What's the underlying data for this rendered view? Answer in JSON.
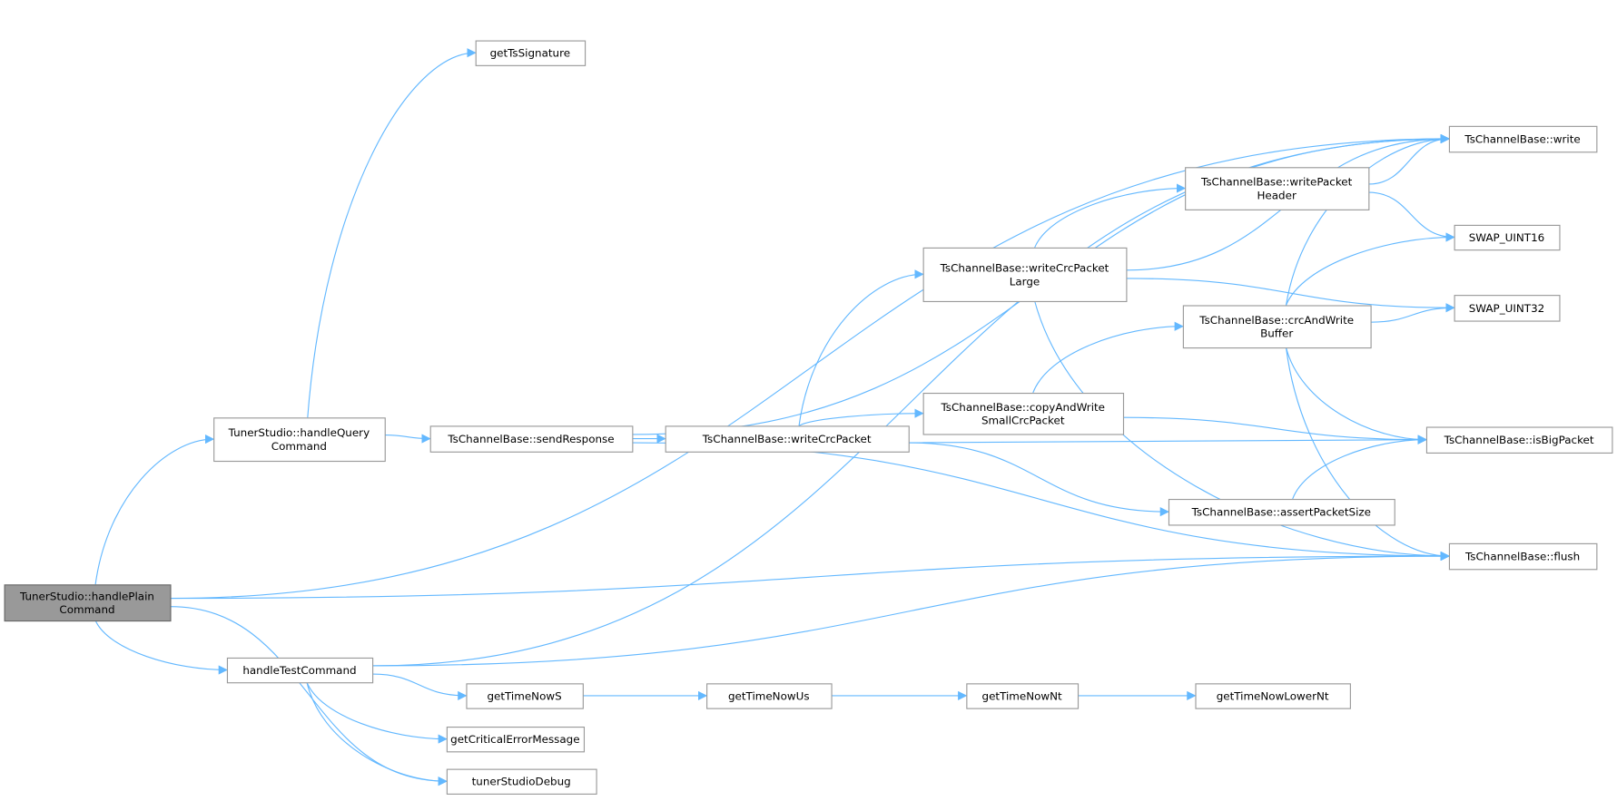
{
  "graph": {
    "type": "call-graph",
    "colors": {
      "edge": "#63b8ff",
      "root_fill": "#999999",
      "node_border": "#999999"
    },
    "nodes": [
      {
        "id": "handlePlain",
        "lines": [
          "TunerStudio::handlePlain",
          "Command"
        ],
        "root": true
      },
      {
        "id": "handleQuery",
        "lines": [
          "TunerStudio::handleQuery",
          "Command"
        ]
      },
      {
        "id": "getTsSignature",
        "lines": [
          "getTsSignature"
        ]
      },
      {
        "id": "sendResponse",
        "lines": [
          "TsChannelBase::sendResponse"
        ]
      },
      {
        "id": "writeCrcPacket",
        "lines": [
          "TsChannelBase::writeCrcPacket"
        ]
      },
      {
        "id": "writeCrcPacketLarge",
        "lines": [
          "TsChannelBase::writeCrcPacket",
          "Large"
        ]
      },
      {
        "id": "writePacketHeader",
        "lines": [
          "TsChannelBase::writePacket",
          "Header"
        ]
      },
      {
        "id": "crcAndWriteBuffer",
        "lines": [
          "TsChannelBase::crcAndWrite",
          "Buffer"
        ]
      },
      {
        "id": "copyAndWrite",
        "lines": [
          "TsChannelBase::copyAndWrite",
          "SmallCrcPacket"
        ]
      },
      {
        "id": "assertPacketSize",
        "lines": [
          "TsChannelBase::assertPacketSize"
        ]
      },
      {
        "id": "write",
        "lines": [
          "TsChannelBase::write"
        ]
      },
      {
        "id": "swap16",
        "lines": [
          "SWAP_UINT16"
        ]
      },
      {
        "id": "swap32",
        "lines": [
          "SWAP_UINT32"
        ]
      },
      {
        "id": "isBigPacket",
        "lines": [
          "TsChannelBase::isBigPacket"
        ]
      },
      {
        "id": "flush",
        "lines": [
          "TsChannelBase::flush"
        ]
      },
      {
        "id": "handleTestCommand",
        "lines": [
          "handleTestCommand"
        ]
      },
      {
        "id": "getTimeNowS",
        "lines": [
          "getTimeNowS"
        ]
      },
      {
        "id": "getTimeNowUs",
        "lines": [
          "getTimeNowUs"
        ]
      },
      {
        "id": "getTimeNowNt",
        "lines": [
          "getTimeNowNt"
        ]
      },
      {
        "id": "getTimeNowLowerNt",
        "lines": [
          "getTimeNowLowerNt"
        ]
      },
      {
        "id": "getCriticalErrorMessage",
        "lines": [
          "getCriticalErrorMessage"
        ]
      },
      {
        "id": "tunerStudioDebug",
        "lines": [
          "tunerStudioDebug"
        ]
      }
    ],
    "edges": [
      [
        "handlePlain",
        "write"
      ],
      [
        "handlePlain",
        "handleQuery"
      ],
      [
        "handlePlain",
        "flush"
      ],
      [
        "handlePlain",
        "handleTestCommand"
      ],
      [
        "handlePlain",
        "tunerStudioDebug"
      ],
      [
        "handleQuery",
        "getTsSignature"
      ],
      [
        "handleQuery",
        "sendResponse"
      ],
      [
        "sendResponse",
        "write"
      ],
      [
        "sendResponse",
        "writeCrcPacket"
      ],
      [
        "sendResponse",
        "flush"
      ],
      [
        "writeCrcPacket",
        "writeCrcPacketLarge"
      ],
      [
        "writeCrcPacket",
        "copyAndWrite"
      ],
      [
        "writeCrcPacket",
        "isBigPacket"
      ],
      [
        "writeCrcPacket",
        "assertPacketSize"
      ],
      [
        "writeCrcPacketLarge",
        "write"
      ],
      [
        "writeCrcPacketLarge",
        "writePacketHeader"
      ],
      [
        "writeCrcPacketLarge",
        "swap32"
      ],
      [
        "writeCrcPacketLarge",
        "flush"
      ],
      [
        "writePacketHeader",
        "write"
      ],
      [
        "writePacketHeader",
        "swap16"
      ],
      [
        "crcAndWriteBuffer",
        "write"
      ],
      [
        "crcAndWriteBuffer",
        "swap16"
      ],
      [
        "crcAndWriteBuffer",
        "swap32"
      ],
      [
        "crcAndWriteBuffer",
        "isBigPacket"
      ],
      [
        "crcAndWriteBuffer",
        "flush"
      ],
      [
        "copyAndWrite",
        "crcAndWriteBuffer"
      ],
      [
        "copyAndWrite",
        "isBigPacket"
      ],
      [
        "assertPacketSize",
        "isBigPacket"
      ],
      [
        "handleTestCommand",
        "write"
      ],
      [
        "handleTestCommand",
        "flush"
      ],
      [
        "handleTestCommand",
        "getTimeNowS"
      ],
      [
        "handleTestCommand",
        "getCriticalErrorMessage"
      ],
      [
        "handleTestCommand",
        "tunerStudioDebug"
      ],
      [
        "getTimeNowS",
        "getTimeNowUs"
      ],
      [
        "getTimeNowUs",
        "getTimeNowNt"
      ],
      [
        "getTimeNowNt",
        "getTimeNowLowerNt"
      ]
    ]
  }
}
